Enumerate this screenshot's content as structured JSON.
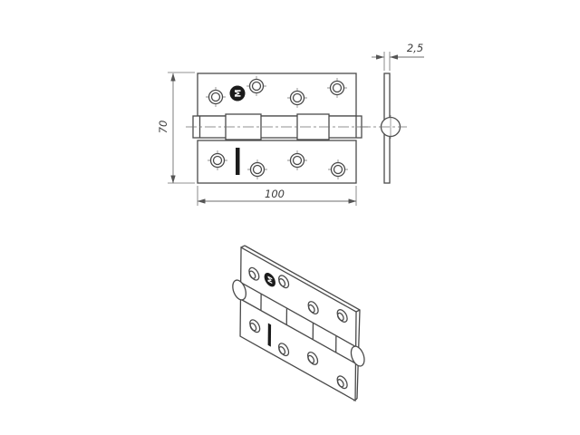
{
  "colors": {
    "outline": "#4a4a4a",
    "thin": "#6e6e6e",
    "mark": "#1b1b1b",
    "background": "#ffffff",
    "dim_text": "#3d3d3d"
  },
  "dimensions": {
    "height": "70",
    "width": "100",
    "thickness": "2,5"
  },
  "logo": {
    "glyph": "M"
  },
  "holes": {
    "outer_r": 7.5,
    "inner_r": 4.5,
    "top_leaf": [
      [
        238,
        107
      ],
      [
        283,
        95
      ],
      [
        328,
        108
      ],
      [
        372,
        97
      ]
    ],
    "bottom_leaf": [
      [
        240,
        177
      ],
      [
        284,
        187
      ],
      [
        328,
        177
      ],
      [
        373,
        187
      ]
    ]
  }
}
